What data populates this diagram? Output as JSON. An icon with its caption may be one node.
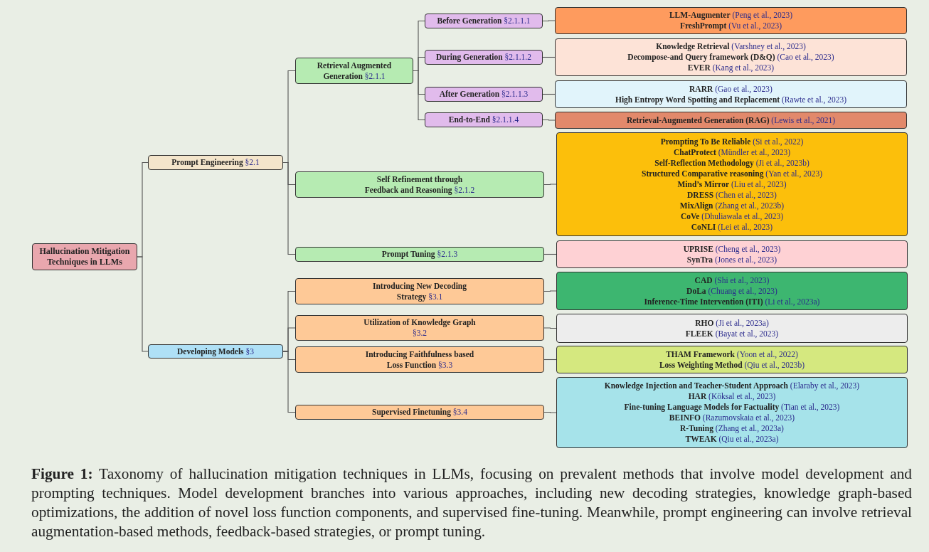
{
  "diagram": {
    "caption": "**Figure 1:** Taxonomy of hallucination mitigation techniques in LLMs, focusing on prevalent methods that involve model development and prompting techniques. Model development branches into various approaches, including new decoding strategies, knowledge graph-based optimizations, the addition of novel loss function components, and supervised fine-tuning. Meanwhile, prompt engineering can involve retrieval augmentation-based methods, feedback-based strategies, or prompt tuning.",
    "nodes": [
      {
        "text": [
          "Hallucination Mitigation Techniques in LLMs"
        ]
      },
      {
        "text": [
          "**Prompt Engineering** §2.1"
        ]
      },
      {
        "text": [
          "**Retrieval Augmented Generation** §2.1.1"
        ]
      },
      {
        "text": [
          "**Before Generation** §2.1.1.1"
        ]
      },
      {
        "text": [
          "**LLM-Augmenter** (Peng et al., 2023)",
          "**FreshPrompt** (Vu et al., 2023)"
        ]
      },
      {
        "text": [
          "**During Generation** §2.1.1.2"
        ]
      },
      {
        "text": [
          "**Knowledge Retrieval** (Varshney et al., 2023)",
          "**Decompose-and Query framework (D&Q)** (Cao et al., 2023)",
          "**EVER** (Kang et al., 2023)"
        ]
      },
      {
        "text": [
          "**After Generation** §2.1.1.3"
        ]
      },
      {
        "text": [
          "**RARR** (Gao et al., 2023)",
          "**High Entropy Word Spotting and Replacement** (Rawte et al., 2023)"
        ]
      },
      {
        "text": [
          "**End-to-End** §2.1.1.4"
        ]
      },
      {
        "text": [
          "**Retrieval-Augmented Generation (RAG)** (Lewis et al., 2021)"
        ]
      },
      {
        "text": [
          "**Self Refinement through Feedback and Reasoning** §2.1.2"
        ]
      },
      {
        "text": [
          "**Prompting To Be Reliable** (Si et al., 2022)",
          "**ChatProtect** (Mündler et al., 2023)",
          "**Self-Reflection Methodology** (Ji et al., 2023b)",
          "**Structured Comparative reasoning** (Yan et al., 2023)",
          "**Mind’s Mirror** (Liu et al., 2023)",
          "**DRESS** (Chen et al., 2023)",
          "**MixAlign** (Zhang et al., 2023b)",
          "**CoVe** (Dhuliawala et al., 2023)",
          "**CoNLI** (Lei et al., 2023)"
        ]
      },
      {
        "text": [
          "**Prompt Tuning** §2.1.3"
        ]
      },
      {
        "text": [
          "**UPRISE** (Cheng et al., 2023)",
          "**SynTra** (Jones et al., 2023)"
        ]
      },
      {
        "text": [
          "**Developing Models** §3"
        ]
      },
      {
        "text": [
          "**Introducing New Decoding Strategy** §3.1"
        ]
      },
      {
        "text": [
          "**CAD** (Shi et al., 2023)",
          "**DoLa** (Chuang et al., 2023)",
          "**Inference-Time Intervention (ITI)** (Li et al., 2023a)"
        ]
      },
      {
        "text": [
          "**Utilization of Knowledge Graph** §3.2"
        ]
      },
      {
        "text": [
          "**RHO** (Ji et al., 2023a)",
          "**FLEEK** (Bayat et al., 2023)"
        ]
      },
      {
        "text": [
          "**Introducing Faithfulness based Loss Function** §3.3"
        ]
      },
      {
        "text": [
          "**THAM Framework** (Yoon et al., 2022)",
          "**Loss Weighting Method** (Qiu et al., 2023b)"
        ]
      },
      {
        "text": [
          "**Supervised Finetuning** §3.4"
        ]
      },
      {
        "text": [
          "**Knowledge Injection and Teacher-Student Approach** (Elaraby et al., 2023)",
          "**HAR** (Köksal et al., 2023)",
          "**Fine-tuning Language Models for Factuality** (Tian et al., 2023)",
          "**BEINFO** (Razumovskaia et al., 2023)",
          "**R-Tuning** (Zhang et al., 2023a)",
          "**TWEAK** (Qiu et al., 2023a)"
        ]
      }
    ],
    "edges": [
      {
        "from": 0,
        "to": 1,
        "arrow": "none"
      },
      {
        "from": 0,
        "to": 15,
        "arrow": "none"
      },
      {
        "from": 1,
        "to": 2,
        "arrow": "none"
      },
      {
        "from": 1,
        "to": 11,
        "arrow": "none"
      },
      {
        "from": 1,
        "to": 13,
        "arrow": "none"
      },
      {
        "from": 2,
        "to": 3,
        "arrow": "none"
      },
      {
        "from": 2,
        "to": 5,
        "arrow": "none"
      },
      {
        "from": 2,
        "to": 7,
        "arrow": "none"
      },
      {
        "from": 2,
        "to": 9,
        "arrow": "none"
      },
      {
        "from": 3,
        "to": 4,
        "arrow": "none"
      },
      {
        "from": 5,
        "to": 6,
        "arrow": "none"
      },
      {
        "from": 7,
        "to": 8,
        "arrow": "none"
      },
      {
        "from": 9,
        "to": 10,
        "arrow": "none"
      },
      {
        "from": 11,
        "to": 12,
        "arrow": "none"
      },
      {
        "from": 13,
        "to": 14,
        "arrow": "none"
      },
      {
        "from": 15,
        "to": 16,
        "arrow": "none"
      },
      {
        "from": 15,
        "to": 18,
        "arrow": "none"
      },
      {
        "from": 15,
        "to": 20,
        "arrow": "none"
      },
      {
        "from": 15,
        "to": 22,
        "arrow": "none"
      },
      {
        "from": 16,
        "to": 17,
        "arrow": "none"
      },
      {
        "from": 18,
        "to": 19,
        "arrow": "none"
      },
      {
        "from": 20,
        "to": 21,
        "arrow": "none"
      },
      {
        "from": 22,
        "to": 23,
        "arrow": "none"
      }
    ]
  }
}
